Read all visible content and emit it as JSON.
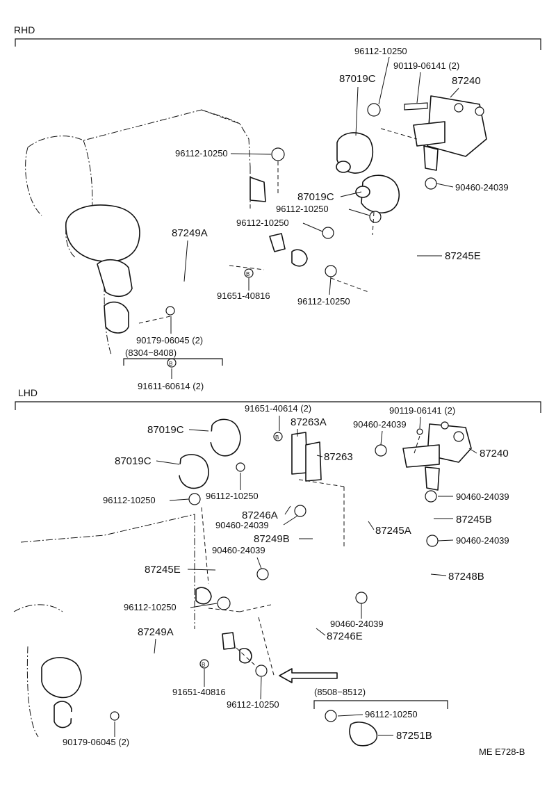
{
  "sections": {
    "rhd": "RHD",
    "lhd": "LHD"
  },
  "rhd_labels": {
    "p96112_10250_top": "96112-10250",
    "p90119_06141": "90119-06141 (2)",
    "p87019C_a": "87019C",
    "p87240": "87240",
    "p96112_10250_left": "96112-10250",
    "p87019C_b": "87019C",
    "p90460_24039": "90460-24039",
    "p96112_10250_mid": "96112-10250",
    "p96112_10250_low": "96112-10250",
    "p87249A": "87249A",
    "p87245E": "87245E",
    "p91651_40816": "91651-40816",
    "p96112_10250_bottom": "96112-10250",
    "p90179_06045": "90179-06045 (2)",
    "date_range": "(8304−8408)",
    "p91611_60614": "91611-60614 (2)",
    "marker_b": "B"
  },
  "lhd_labels": {
    "p91651_40614": "91651-40614 (2)",
    "p90119_06141": "90119-06141 (2)",
    "p87019C_a": "87019C",
    "p87263A": "87263A",
    "p90460_24039_top": "90460-24039",
    "p87019C_b": "87019C",
    "p87263": "87263",
    "p87240": "87240",
    "p96112_10250_left": "96112-10250",
    "p96112_10250_center": "96112-10250",
    "p90460_24039_r1": "90460-24039",
    "p90460_24039_c": "90460-24039",
    "p87246A": "87246A",
    "p87245B": "87245B",
    "p87249B": "87249B",
    "p87245A": "87245A",
    "p90460_24039_r2": "90460-24039",
    "p90460_24039_c2": "90460-24039",
    "p87245E": "87245E",
    "p87248B": "87248B",
    "p96112_10250_low": "96112-10250",
    "p90460_24039_low": "90460-24039",
    "p87246E": "87246E",
    "p87249A": "87249A",
    "p91651_40816": "91651-40816",
    "p96112_10250_bottom": "96112-10250",
    "date_range": "(8508−8512)",
    "p96112_10250_kit": "96112-10250",
    "p87251B": "87251B",
    "p90179_06045": "90179-06045 (2)",
    "marker_b": "B"
  },
  "footer": {
    "code": "ME E728-B"
  }
}
